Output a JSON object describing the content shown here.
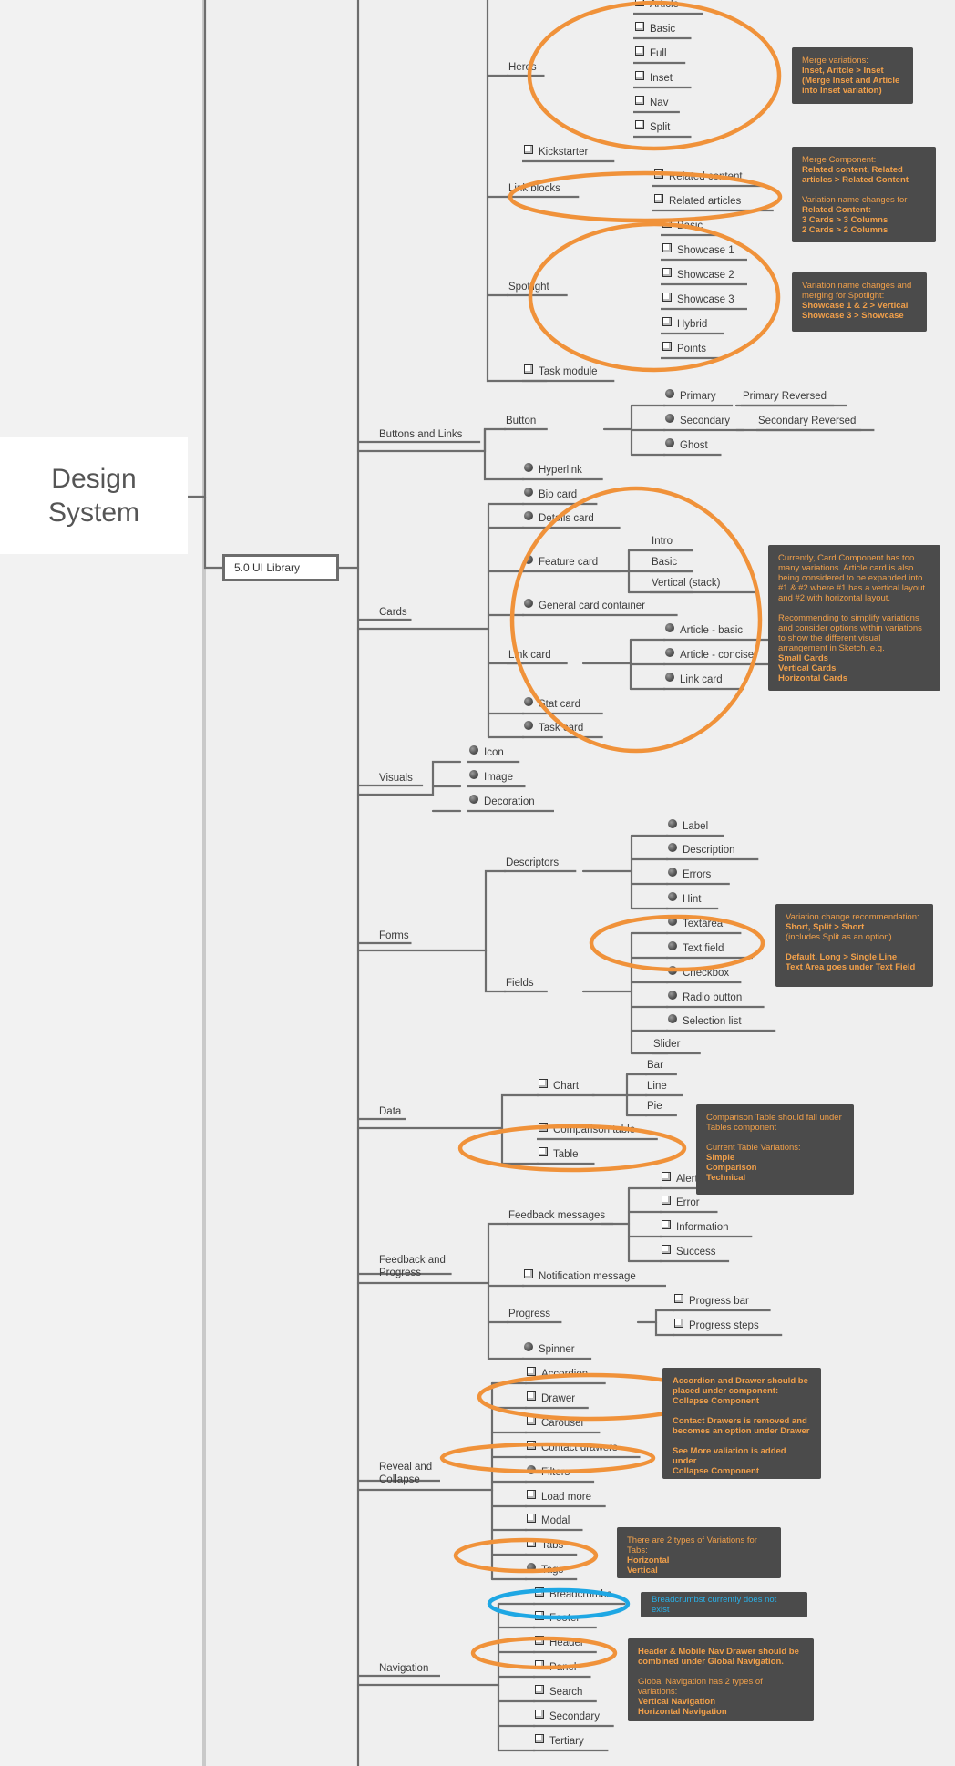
{
  "diagram": {
    "title": "Design\nSystem",
    "library": "5.0 UI Library",
    "categories": [
      {
        "key": "buttons",
        "label": "Buttons and Links"
      },
      {
        "key": "cards",
        "label": "Cards"
      },
      {
        "key": "visuals",
        "label": "Visuals"
      },
      {
        "key": "forms",
        "label": "Forms"
      },
      {
        "key": "data",
        "label": "Data"
      },
      {
        "key": "feedback",
        "label": "Feedback and\nProgress"
      },
      {
        "key": "reveal",
        "label": "Reveal and\nCollapse"
      },
      {
        "key": "navigation",
        "label": "Navigation"
      }
    ],
    "subgroups": [
      {
        "key": "heros",
        "label": "Heros"
      },
      {
        "key": "linkblocks",
        "label": "Link blocks"
      },
      {
        "key": "spotlight",
        "label": "Spotlight"
      },
      {
        "key": "button",
        "label": "Button"
      },
      {
        "key": "linkcard",
        "label": "Link card"
      },
      {
        "key": "descriptors",
        "label": "Descriptors"
      },
      {
        "key": "fields",
        "label": "Fields"
      },
      {
        "key": "feedbackmsg",
        "label": "Feedback messages"
      },
      {
        "key": "progress",
        "label": "Progress"
      }
    ],
    "items": [
      {
        "label": "Article",
        "icon": "square"
      },
      {
        "label": "Basic",
        "icon": "square"
      },
      {
        "label": "Full",
        "icon": "square"
      },
      {
        "label": "Inset",
        "icon": "square"
      },
      {
        "label": "Nav",
        "icon": "square"
      },
      {
        "label": "Split",
        "icon": "square"
      },
      {
        "label": "Kickstarter",
        "icon": "square"
      },
      {
        "label": "Related content",
        "icon": "square"
      },
      {
        "label": "Related articles",
        "icon": "square"
      },
      {
        "label": "Basic",
        "icon": "square"
      },
      {
        "label": "Showcase 1",
        "icon": "square"
      },
      {
        "label": "Showcase 2",
        "icon": "square"
      },
      {
        "label": "Showcase 3",
        "icon": "square"
      },
      {
        "label": "Hybrid",
        "icon": "square"
      },
      {
        "label": "Points",
        "icon": "square"
      },
      {
        "label": "Task module",
        "icon": "square"
      },
      {
        "label": "Primary",
        "icon": "circle"
      },
      {
        "label": "Primary Reversed",
        "icon": "none"
      },
      {
        "label": "Secondary",
        "icon": "circle"
      },
      {
        "label": "Secondary Reversed",
        "icon": "none"
      },
      {
        "label": "Ghost",
        "icon": "circle"
      },
      {
        "label": "Hyperlink",
        "icon": "circle"
      },
      {
        "label": "Bio card",
        "icon": "circle"
      },
      {
        "label": "Details card",
        "icon": "circle"
      },
      {
        "label": "Feature card",
        "icon": "circle"
      },
      {
        "label": "Intro",
        "icon": "none"
      },
      {
        "label": "Basic",
        "icon": "none"
      },
      {
        "label": "Vertical (stack)",
        "icon": "none"
      },
      {
        "label": "General card container",
        "icon": "circle"
      },
      {
        "label": "Article - basic",
        "icon": "circle"
      },
      {
        "label": "Article - concise",
        "icon": "circle"
      },
      {
        "label": "Link card",
        "icon": "circle"
      },
      {
        "label": "Stat card",
        "icon": "circle"
      },
      {
        "label": "Task card",
        "icon": "circle"
      },
      {
        "label": "Icon",
        "icon": "circle"
      },
      {
        "label": "Image",
        "icon": "circle"
      },
      {
        "label": "Decoration",
        "icon": "circle"
      },
      {
        "label": "Label",
        "icon": "circle"
      },
      {
        "label": "Description",
        "icon": "circle"
      },
      {
        "label": "Errors",
        "icon": "circle"
      },
      {
        "label": "Hint",
        "icon": "circle"
      },
      {
        "label": "Textarea",
        "icon": "circle"
      },
      {
        "label": "Text field",
        "icon": "circle"
      },
      {
        "label": "Checkbox",
        "icon": "circle"
      },
      {
        "label": "Radio button",
        "icon": "circle"
      },
      {
        "label": "Selection list",
        "icon": "circle"
      },
      {
        "label": "Slider",
        "icon": "none"
      },
      {
        "label": "Chart",
        "icon": "square"
      },
      {
        "label": "Bar",
        "icon": "none"
      },
      {
        "label": "Line",
        "icon": "none"
      },
      {
        "label": "Pie",
        "icon": "none"
      },
      {
        "label": "Comparison table",
        "icon": "square"
      },
      {
        "label": "Table",
        "icon": "square"
      },
      {
        "label": "Alert",
        "icon": "square"
      },
      {
        "label": "Error",
        "icon": "square"
      },
      {
        "label": "Information",
        "icon": "square"
      },
      {
        "label": "Success",
        "icon": "square"
      },
      {
        "label": "Notification message",
        "icon": "square"
      },
      {
        "label": "Progress bar",
        "icon": "square"
      },
      {
        "label": "Progress steps",
        "icon": "square"
      },
      {
        "label": "Spinner",
        "icon": "circle"
      },
      {
        "label": "Accordion",
        "icon": "square"
      },
      {
        "label": "Drawer",
        "icon": "square"
      },
      {
        "label": "Carousel",
        "icon": "square"
      },
      {
        "label": "Contact drawers",
        "icon": "square"
      },
      {
        "label": "Filters",
        "icon": "circle"
      },
      {
        "label": "Load more",
        "icon": "square"
      },
      {
        "label": "Modal",
        "icon": "square"
      },
      {
        "label": "Tabs",
        "icon": "square"
      },
      {
        "label": "Tags",
        "icon": "circle"
      },
      {
        "label": "Breadcrumbs",
        "icon": "square"
      },
      {
        "label": "Footer",
        "icon": "square"
      },
      {
        "label": "Header",
        "icon": "square"
      },
      {
        "label": "Panel",
        "icon": "square"
      },
      {
        "label": "Search",
        "icon": "square"
      },
      {
        "label": "Secondary",
        "icon": "square"
      },
      {
        "label": "Tertiary",
        "icon": "square"
      }
    ],
    "notes": [
      {
        "key": "heros",
        "paras": [
          [
            {
              "t": "Merge variations:"
            },
            {
              "t": "Inset, Aritcle > Inset",
              "b": true
            },
            {
              "t": "(Merge Inset and Article into Inset variation)",
              "b": true
            }
          ]
        ]
      },
      {
        "key": "linkblocks",
        "paras": [
          [
            {
              "t": "Merge Component:"
            },
            {
              "t": "Related content, Related articles > Related Content",
              "b": true
            }
          ],
          [
            {
              "t": "Variation name changes for"
            },
            {
              "t": "Related Content:",
              "b": true
            },
            {
              "t": "3 Cards > 3 Columns",
              "b": true
            },
            {
              "t": "2 Cards > 2 Columns",
              "b": true
            }
          ]
        ]
      },
      {
        "key": "spotlight",
        "paras": [
          [
            {
              "t": "Variation name changes and merging for Spotlight:"
            },
            {
              "t": "Showcase 1 & 2 > Vertical",
              "b": true
            },
            {
              "t": "Showcase 3 > Showcase",
              "b": true
            }
          ]
        ]
      },
      {
        "key": "cards",
        "paras": [
          [
            {
              "t": "Currently, Card Component has too many variations. Article card is also being considered to be expanded into #1 & #2 where #1 has a vertical layout and #2 with horizontal layout."
            }
          ],
          [
            {
              "t": "Recommending to simplify variations and consider options within variations to show the different visual arrangement in Sketch. e.g."
            },
            {
              "t": "Small Cards",
              "b": true
            },
            {
              "t": "Vertical Cards",
              "b": true
            },
            {
              "t": "Horizontal Cards",
              "b": true
            }
          ]
        ]
      },
      {
        "key": "forms",
        "paras": [
          [
            {
              "t": "Variation change recommendation:"
            },
            {
              "t": "Short, Split > Short",
              "b": true
            },
            {
              "t": "(includes Split as an option)"
            }
          ],
          [
            {
              "t": "Default, Long > Single Line",
              "b": true
            },
            {
              "t": "Text Area goes under Text Field",
              "b": true
            }
          ]
        ]
      },
      {
        "key": "data",
        "paras": [
          [
            {
              "t": "Comparison Table should fall under Tables component"
            }
          ],
          [
            {
              "t": "Current Table Variations:"
            },
            {
              "t": "Simple",
              "b": true
            },
            {
              "t": "Comparison",
              "b": true
            },
            {
              "t": "Technical",
              "b": true
            }
          ]
        ]
      },
      {
        "key": "reveal",
        "paras": [
          [
            {
              "t": "Accordion and Drawer should be placed under component:",
              "b": true
            },
            {
              "t": "Collapse Component",
              "b": true
            }
          ],
          [
            {
              "t": "Contact Drawers is removed and becomes an option under Drawer",
              "b": true
            }
          ],
          [
            {
              "t": "See More valiation is added under",
              "b": true
            },
            {
              "t": "Collapse Component",
              "b": true
            }
          ]
        ]
      },
      {
        "key": "tabs",
        "paras": [
          [
            {
              "t": "There are 2 types of Variations for Tabs:"
            },
            {
              "t": "Horizontal",
              "b": true
            },
            {
              "t": "Vertical",
              "b": true
            }
          ]
        ]
      },
      {
        "key": "breadcrumbs",
        "paras": [
          [
            {
              "t": "Breadcrumbst currently does not exist"
            }
          ]
        ]
      },
      {
        "key": "navigation",
        "paras": [
          [
            {
              "t": "Header & Mobile Nav Drawer should be combined under Global Navigation.",
              "b": true
            }
          ],
          [
            {
              "t": "Global Navigation has 2 types of variations:"
            },
            {
              "t": "Vertical Navigation",
              "b": true
            },
            {
              "t": "Horizontal Navigation",
              "b": true
            }
          ]
        ]
      }
    ]
  },
  "colors": {
    "background": "#efefef",
    "line": "#6d6d6d",
    "highlight_orange": "#f0923a",
    "highlight_blue": "#1ea7e4",
    "note_background": "#4b4b4b",
    "note_text": "#f2a04a",
    "note_text_blue": "#29b0e8"
  },
  "icons": {
    "square": "checkbox-square-icon",
    "circle": "sphere-bullet-icon"
  }
}
